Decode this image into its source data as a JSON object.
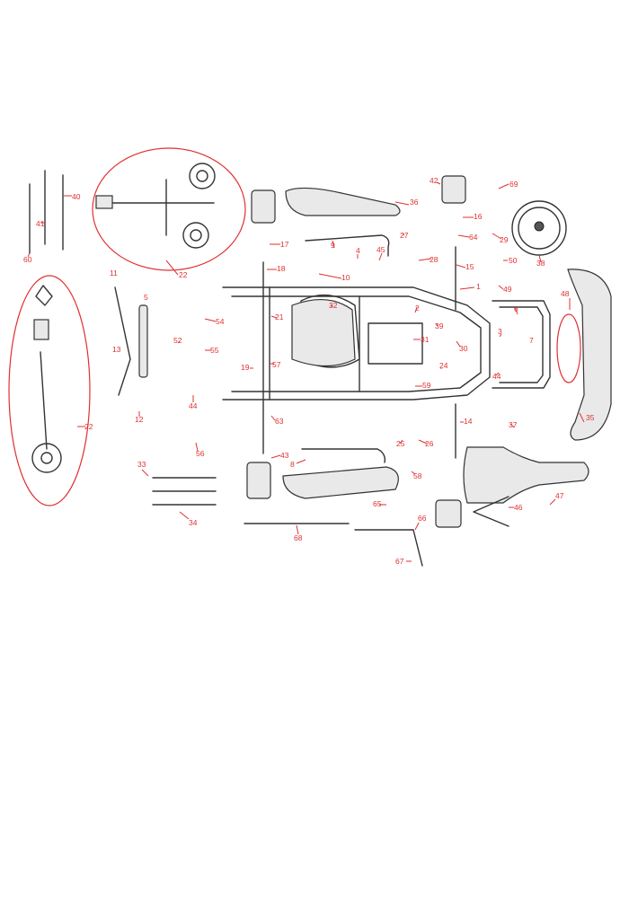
{
  "colors": {
    "callout": "#e03030",
    "line": "#333333"
  },
  "callouts": [
    "1",
    "2",
    "3",
    "4",
    "5",
    "6",
    "7",
    "8",
    "9",
    "10",
    "11",
    "12",
    "13",
    "14",
    "15",
    "16",
    "17",
    "18",
    "19",
    "21",
    "22",
    "22",
    "24",
    "25",
    "26",
    "27",
    "28",
    "29",
    "30",
    "31",
    "32",
    "33",
    "34",
    "35",
    "36",
    "37",
    "38",
    "39",
    "40",
    "41",
    "42",
    "43",
    "44",
    "44",
    "45",
    "46",
    "47",
    "48",
    "49",
    "50",
    "52",
    "54",
    "55",
    "56",
    "57",
    "58",
    "59",
    "60",
    "63",
    "64",
    "65",
    "66",
    "67",
    "68",
    "69"
  ]
}
